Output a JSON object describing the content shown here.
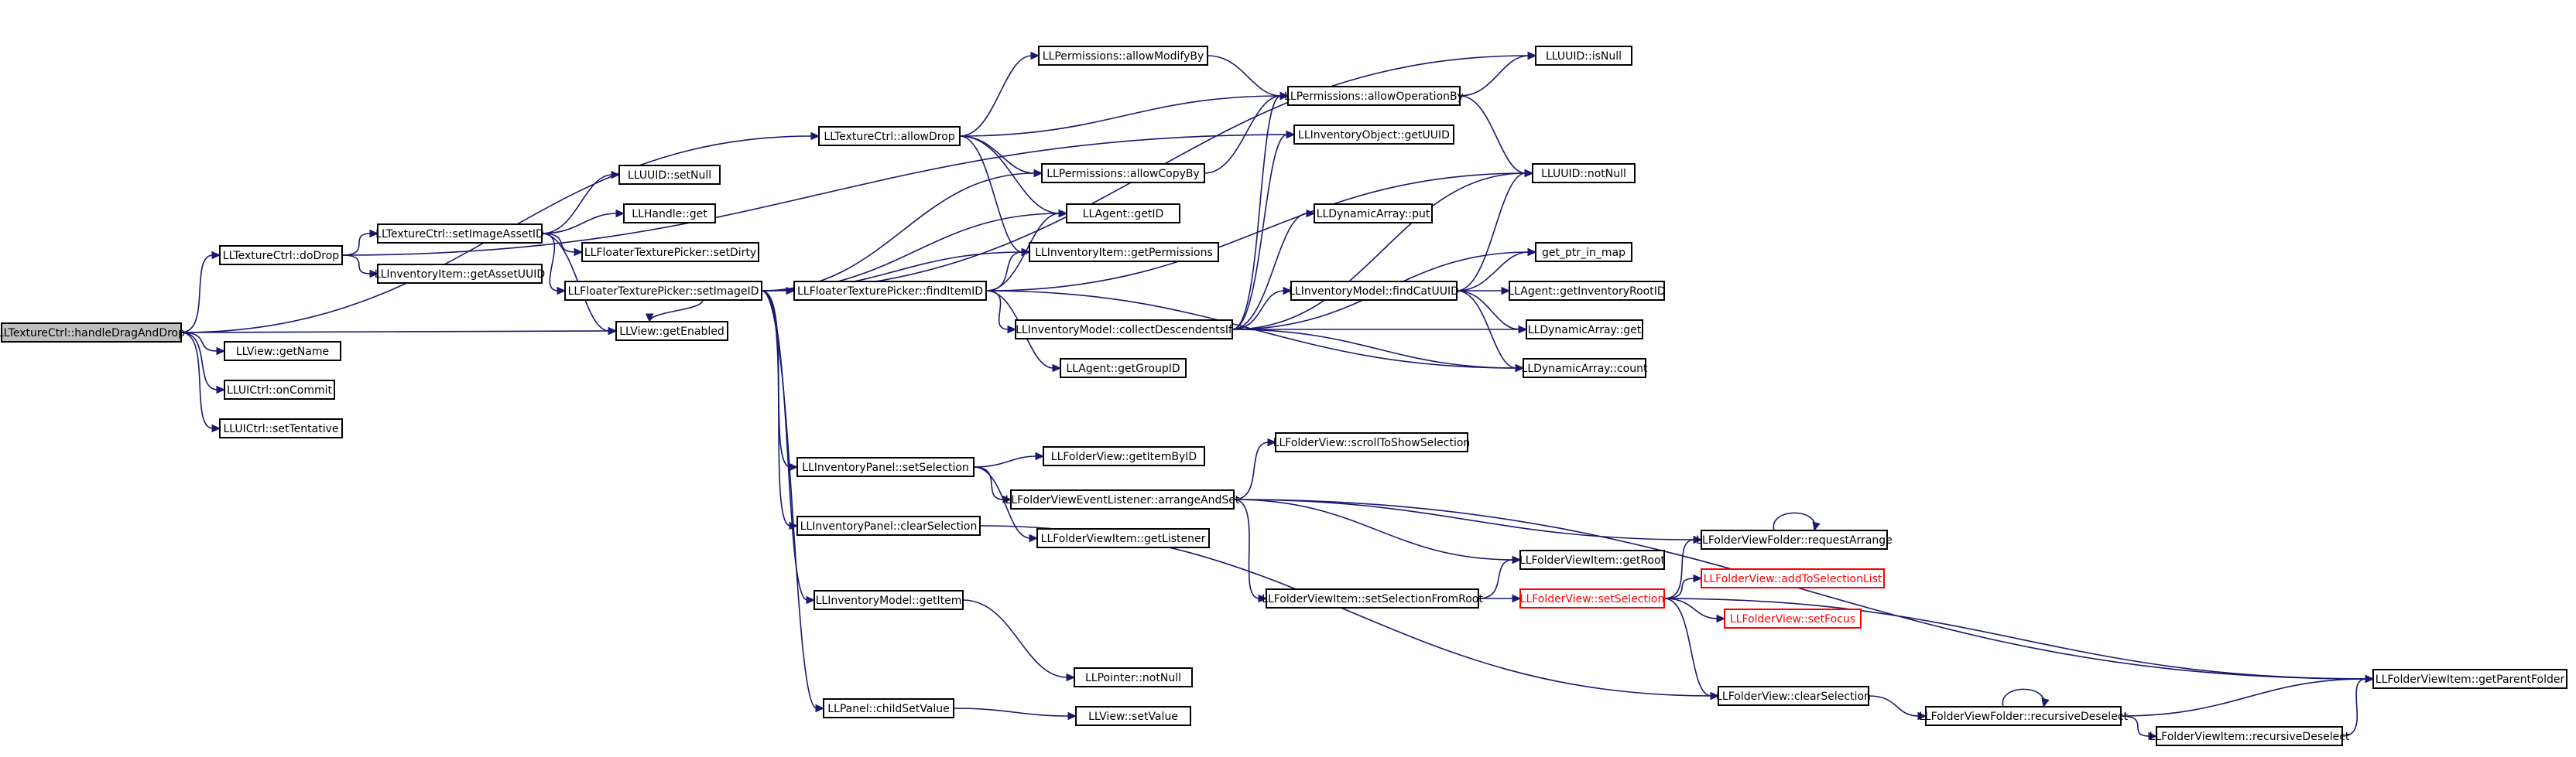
{
  "graph": {
    "title": "",
    "colors": {
      "edge": "#191970",
      "node_border": "#000000",
      "root_fill": "#bfbfbf",
      "truncated_border": "#ff0000"
    },
    "nodes": [
      {
        "id": "handleDragAndDrop",
        "label": "LLTextureCtrl::handleDragAndDrop",
        "root": true
      },
      {
        "id": "doDrop",
        "label": "LLTextureCtrl::doDrop"
      },
      {
        "id": "getName",
        "label": "LLView::getName"
      },
      {
        "id": "onCommit",
        "label": "LLUICtrl::onCommit"
      },
      {
        "id": "setTentative",
        "label": "LLUICtrl::setTentative"
      },
      {
        "id": "setImageAssetID",
        "label": "LLTextureCtrl::setImageAssetID"
      },
      {
        "id": "getAssetUUID",
        "label": "LLInventoryItem::getAssetUUID"
      },
      {
        "id": "setNull",
        "label": "LLUUID::setNull"
      },
      {
        "id": "LLHandleGet",
        "label": "LLHandle::get"
      },
      {
        "id": "setDirty",
        "label": "LLFloaterTexturePicker::setDirty"
      },
      {
        "id": "setImageID",
        "label": "LLFloaterTexturePicker::setImageID"
      },
      {
        "id": "getEnabled",
        "label": "LLView::getEnabled"
      },
      {
        "id": "allowDrop",
        "label": "LLTextureCtrl::allowDrop"
      },
      {
        "id": "findItemID",
        "label": "LLFloaterTexturePicker::findItemID"
      },
      {
        "id": "allowModifyBy",
        "label": "LLPermissions::allowModifyBy"
      },
      {
        "id": "allowCopyBy",
        "label": "LLPermissions::allowCopyBy"
      },
      {
        "id": "getID",
        "label": "LLAgent::getID"
      },
      {
        "id": "getPermissions",
        "label": "LLInventoryItem::getPermissions"
      },
      {
        "id": "collectDescendentsIf",
        "label": "LLInventoryModel::collectDescendentsIf"
      },
      {
        "id": "getGroupID",
        "label": "LLAgent::getGroupID"
      },
      {
        "id": "allowOperationBy",
        "label": "LLPermissions::allowOperationBy"
      },
      {
        "id": "invGetUUID",
        "label": "LLInventoryObject::getUUID"
      },
      {
        "id": "dynPut",
        "label": "LLDynamicArray::put"
      },
      {
        "id": "findCatUUID",
        "label": "LLInventoryModel::findCatUUID"
      },
      {
        "id": "isNull",
        "label": "LLUUID::isNull"
      },
      {
        "id": "notNull",
        "label": "LLUUID::notNull"
      },
      {
        "id": "getPtrInMap",
        "label": "get_ptr_in_map"
      },
      {
        "id": "getInventoryRootID",
        "label": "LLAgent::getInventoryRootID"
      },
      {
        "id": "dynGet",
        "label": "LLDynamicArray::get"
      },
      {
        "id": "dynCount",
        "label": "LLDynamicArray::count"
      },
      {
        "id": "panelSetSelection",
        "label": "LLInventoryPanel::setSelection"
      },
      {
        "id": "panelClearSelection",
        "label": "LLInventoryPanel::clearSelection"
      },
      {
        "id": "modelGetItem",
        "label": "LLInventoryModel::getItem"
      },
      {
        "id": "childSetValue",
        "label": "LLPanel::childSetValue"
      },
      {
        "id": "getItemByID",
        "label": "LLFolderView::getItemByID"
      },
      {
        "id": "arrangeAndSet",
        "label": "LLFolderViewEventListener::arrangeAndSet"
      },
      {
        "id": "getListener",
        "label": "LLFolderViewItem::getListener"
      },
      {
        "id": "scrollToShowSelection",
        "label": "LLFolderView::scrollToShowSelection"
      },
      {
        "id": "setSelectionFromRoot",
        "label": "LLFolderViewItem::setSelectionFromRoot"
      },
      {
        "id": "fvGetRoot",
        "label": "LLFolderViewItem::getRoot"
      },
      {
        "id": "fvSetSelection",
        "label": "LLFolderView::setSelection",
        "truncated": true
      },
      {
        "id": "requestArrange",
        "label": "LLFolderViewFolder::requestArrange"
      },
      {
        "id": "addToSelectionList",
        "label": "LLFolderView::addToSelectionList",
        "truncated": true
      },
      {
        "id": "setFocus",
        "label": "LLFolderView::setFocus",
        "truncated": true
      },
      {
        "id": "ptrNotNull",
        "label": "LLPointer::notNull"
      },
      {
        "id": "viewSetValue",
        "label": "LLView::setValue"
      },
      {
        "id": "fvClearSelection",
        "label": "LLFolderView::clearSelection"
      },
      {
        "id": "folderRecursiveDeselect",
        "label": "LLFolderViewFolder::recursiveDeselect"
      },
      {
        "id": "itemRecursiveDeselect",
        "label": "LLFolderViewItem::recursiveDeselect"
      },
      {
        "id": "getParentFolder",
        "label": "LLFolderViewItem::getParentFolder"
      }
    ],
    "edges": [
      [
        "handleDragAndDrop",
        "doDrop"
      ],
      [
        "handleDragAndDrop",
        "getName"
      ],
      [
        "handleDragAndDrop",
        "onCommit"
      ],
      [
        "handleDragAndDrop",
        "setTentative"
      ],
      [
        "handleDragAndDrop",
        "getEnabled"
      ],
      [
        "handleDragAndDrop",
        "allowDrop"
      ],
      [
        "doDrop",
        "setImageAssetID"
      ],
      [
        "doDrop",
        "getAssetUUID"
      ],
      [
        "doDrop",
        "invGetUUID"
      ],
      [
        "setImageAssetID",
        "setNull"
      ],
      [
        "setImageAssetID",
        "LLHandleGet"
      ],
      [
        "setImageAssetID",
        "setDirty"
      ],
      [
        "setImageAssetID",
        "setImageID"
      ],
      [
        "setImageAssetID",
        "getEnabled"
      ],
      [
        "setImageID",
        "getEnabled"
      ],
      [
        "setImageID",
        "findItemID"
      ],
      [
        "setImageID",
        "getID"
      ],
      [
        "setImageID",
        "getPermissions"
      ],
      [
        "setImageID",
        "allowCopyBy"
      ],
      [
        "setImageID",
        "isNull"
      ],
      [
        "setImageID",
        "panelSetSelection"
      ],
      [
        "setImageID",
        "panelClearSelection"
      ],
      [
        "setImageID",
        "modelGetItem"
      ],
      [
        "setImageID",
        "childSetValue"
      ],
      [
        "allowDrop",
        "allowModifyBy"
      ],
      [
        "allowDrop",
        "allowCopyBy"
      ],
      [
        "allowDrop",
        "getID"
      ],
      [
        "allowDrop",
        "getPermissions"
      ],
      [
        "allowDrop",
        "allowOperationBy"
      ],
      [
        "findItemID",
        "getID"
      ],
      [
        "findItemID",
        "getPermissions"
      ],
      [
        "findItemID",
        "collectDescendentsIf"
      ],
      [
        "findItemID",
        "getGroupID"
      ],
      [
        "findItemID",
        "notNull"
      ],
      [
        "findItemID",
        "dynCount"
      ],
      [
        "allowModifyBy",
        "allowOperationBy"
      ],
      [
        "allowCopyBy",
        "allowOperationBy"
      ],
      [
        "allowOperationBy",
        "isNull"
      ],
      [
        "allowOperationBy",
        "notNull"
      ],
      [
        "collectDescendentsIf",
        "invGetUUID"
      ],
      [
        "collectDescendentsIf",
        "allowOperationBy"
      ],
      [
        "collectDescendentsIf",
        "notNull"
      ],
      [
        "collectDescendentsIf",
        "dynPut"
      ],
      [
        "collectDescendentsIf",
        "getPtrInMap"
      ],
      [
        "collectDescendentsIf",
        "findCatUUID"
      ],
      [
        "collectDescendentsIf",
        "dynGet"
      ],
      [
        "collectDescendentsIf",
        "dynCount"
      ],
      [
        "findCatUUID",
        "notNull"
      ],
      [
        "findCatUUID",
        "getPtrInMap"
      ],
      [
        "findCatUUID",
        "getInventoryRootID"
      ],
      [
        "findCatUUID",
        "dynGet"
      ],
      [
        "findCatUUID",
        "dynCount"
      ],
      [
        "panelSetSelection",
        "getItemByID"
      ],
      [
        "panelSetSelection",
        "arrangeAndSet"
      ],
      [
        "panelSetSelection",
        "getListener"
      ],
      [
        "arrangeAndSet",
        "scrollToShowSelection"
      ],
      [
        "arrangeAndSet",
        "setSelectionFromRoot"
      ],
      [
        "arrangeAndSet",
        "fvGetRoot"
      ],
      [
        "arrangeAndSet",
        "requestArrange"
      ],
      [
        "arrangeAndSet",
        "getParentFolder"
      ],
      [
        "setSelectionFromRoot",
        "fvGetRoot"
      ],
      [
        "setSelectionFromRoot",
        "fvSetSelection"
      ],
      [
        "fvSetSelection",
        "requestArrange"
      ],
      [
        "fvSetSelection",
        "addToSelectionList"
      ],
      [
        "fvSetSelection",
        "setFocus"
      ],
      [
        "fvSetSelection",
        "fvClearSelection"
      ],
      [
        "fvSetSelection",
        "getParentFolder"
      ],
      [
        "requestArrange",
        "requestArrange"
      ],
      [
        "panelClearSelection",
        "fvClearSelection"
      ],
      [
        "modelGetItem",
        "ptrNotNull"
      ],
      [
        "childSetValue",
        "viewSetValue"
      ],
      [
        "fvClearSelection",
        "folderRecursiveDeselect"
      ],
      [
        "folderRecursiveDeselect",
        "folderRecursiveDeselect"
      ],
      [
        "folderRecursiveDeselect",
        "itemRecursiveDeselect"
      ],
      [
        "folderRecursiveDeselect",
        "getParentFolder"
      ],
      [
        "itemRecursiveDeselect",
        "getParentFolder"
      ]
    ]
  }
}
